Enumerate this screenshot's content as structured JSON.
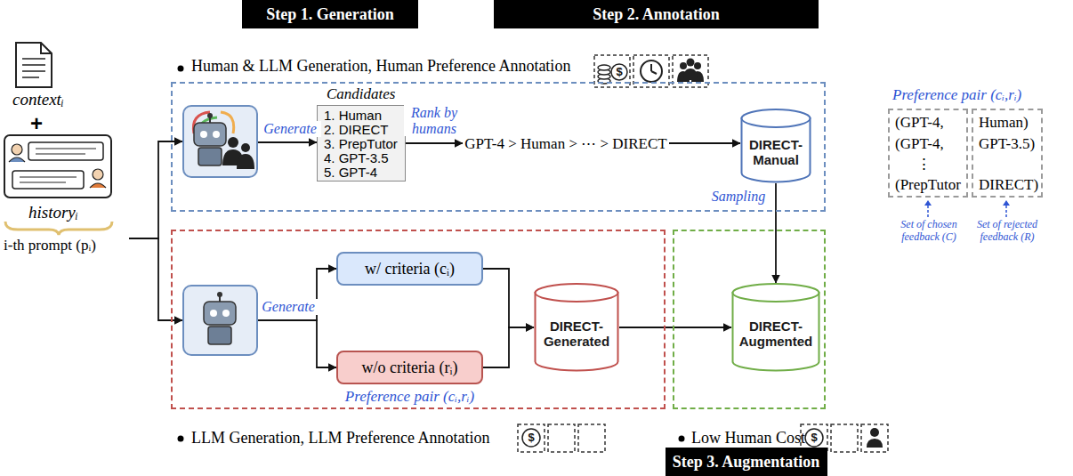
{
  "diagram": {
    "nodes": [
      {
        "text": [
          "Step 1. Generation"
        ]
      },
      {
        "text": [
          "Step 2. Annotation"
        ]
      },
      {
        "text": [
          "contextᵢ",
          "+",
          "historyᵢ",
          "i-th prompt (pᵢ)"
        ]
      },
      {
        "text": [
          "Human & LLM Generation, Human Preference Annotation"
        ]
      },
      {
        "text": [],
        "in": 3
      },
      {
        "text": [
          "Candidates",
          "1. Human",
          "2. DIRECT",
          "3. PrepTutor",
          "4. GPT-3.5",
          "5. GPT-4"
        ],
        "in": 3
      },
      {
        "text": [
          "GPT-4 > Human > ⋯ > DIRECT"
        ],
        "in": 3
      },
      {
        "text": [
          "DIRECT-Manual"
        ],
        "in": 3
      },
      {
        "text": [
          "(GPT-4,",
          "(GPT-4,",
          "⋮",
          "(PrepTutor"
        ]
      },
      {
        "text": [
          "Human)",
          "GPT-3.5)",
          "DIRECT)"
        ]
      },
      {
        "text": [
          "LLM Generation, LLM Preference Annotation"
        ]
      },
      {
        "text": [],
        "in": 10
      },
      {
        "text": [
          "w/ criteria (cᵢ)"
        ],
        "in": 10
      },
      {
        "text": [
          "w/o criteria (rᵢ)"
        ],
        "in": 10
      },
      {
        "text": [
          "DIRECT-Generated"
        ],
        "in": 10
      },
      {
        "text": [
          "Low Human Cost"
        ]
      },
      {
        "text": [
          "DIRECT-Augmented"
        ],
        "in": 15
      },
      {
        "text": [
          "Step 3. Augmentation"
        ]
      }
    ],
    "edges": [
      {
        "from": 2,
        "to": 4,
        "arrow": "to"
      },
      {
        "from": 4,
        "to": 5,
        "label": "Generate",
        "arrow": "to"
      },
      {
        "from": 5,
        "to": 6,
        "label": "Rank by humans",
        "arrow": "to"
      },
      {
        "from": 6,
        "to": 7,
        "arrow": "to"
      },
      {
        "from": 2,
        "to": 11,
        "arrow": "to"
      },
      {
        "from": 11,
        "to": 12,
        "label": "Generate",
        "arrow": "to"
      },
      {
        "from": 11,
        "to": 13,
        "arrow": "to"
      },
      {
        "from": 12,
        "to": 14,
        "arrow": "to"
      },
      {
        "from": 13,
        "to": 14,
        "arrow": "to"
      },
      {
        "from": 7,
        "to": 16,
        "label": "Sampling",
        "arrow": "to"
      },
      {
        "from": 14,
        "to": 16,
        "arrow": "to"
      }
    ],
    "labels": [
      "Preference pair (cᵢ,rᵢ)",
      "Set of chosen feedback (C)",
      "Set of rejected feedback (R)",
      "Preference pair (cᵢ,rᵢ)",
      "$",
      "$",
      "$"
    ]
  }
}
